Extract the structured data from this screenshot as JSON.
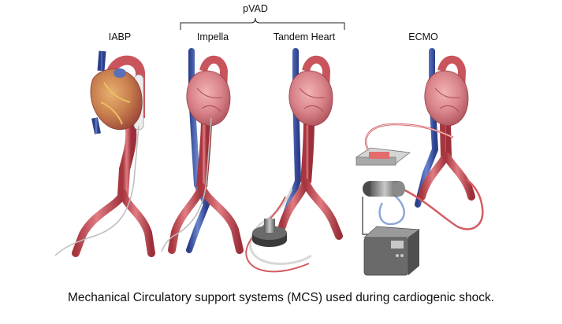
{
  "labels": {
    "group": "pVAD",
    "iabp": "IABP",
    "impella": "Impella",
    "tandem": "Tandem Heart",
    "ecmo": "ECMO"
  },
  "caption": "Mechanical Circulatory support systems (MCS) used during cardiogenic shock.",
  "colors": {
    "artery": "#c9545c",
    "artery_dark": "#8e2e36",
    "vein": "#3d55a8",
    "heart": "#d9848a",
    "heart_fat": "#d9a347",
    "tubing_red": "#d45c61",
    "device_gray": "#7a7a7a"
  }
}
